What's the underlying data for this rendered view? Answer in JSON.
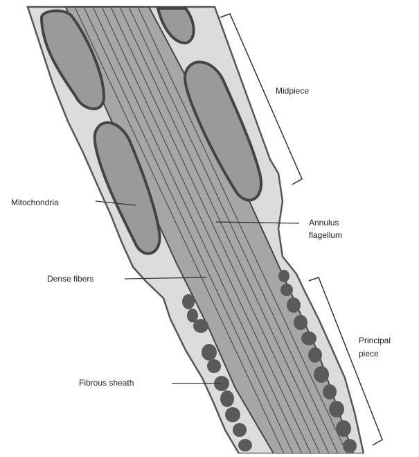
{
  "labels": {
    "midpiece": "Midpiece",
    "mitochondria": "Mitochondria",
    "annulus_line1": "Annulus",
    "annulus_line2": "flagellum",
    "dense_fibers": "Dense fibers",
    "principal_line1": "Principal",
    "principal_line2": "piece",
    "fibrous_sheath": "Fibrous sheath"
  },
  "colors": {
    "outer_fill": "#dcdcdc",
    "axoneme_fill": "#a4a4a4",
    "mitochondria_fill": "#9a9a9a",
    "outline": "#555555",
    "sheath_granule": "#5a5a5a"
  }
}
